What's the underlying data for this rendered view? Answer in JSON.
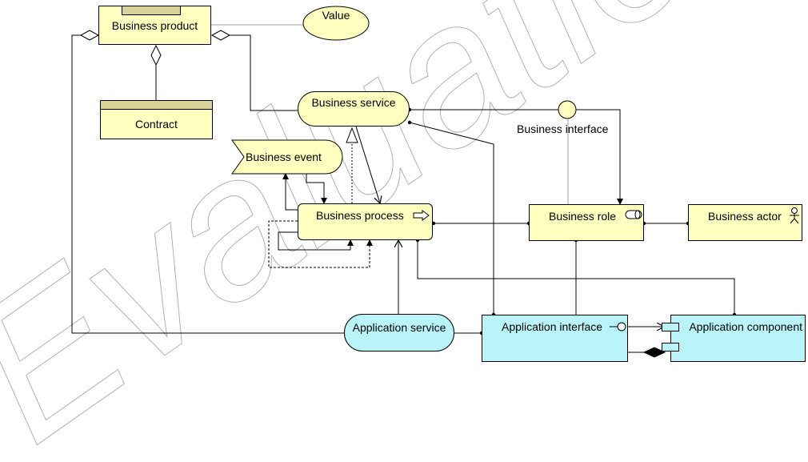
{
  "diagram": {
    "nodes": {
      "business_product": "Business product",
      "value": "Value",
      "contract": "Contract",
      "business_service": "Business service",
      "business_event": "Business event",
      "business_process": "Business process",
      "business_interface": "Business interface",
      "business_role": "Business role",
      "business_actor": "Business actor",
      "application_service": "Application service",
      "application_interface": "Application interface",
      "application_component": "Application component"
    },
    "watermark": "Evaluation Copy",
    "colors": {
      "business_fill": "#ffffc0",
      "application_fill": "#b8f4f8",
      "tab_fill": "#d9d39a",
      "line": "#000000",
      "watermark_stroke": "#b0b0b0"
    },
    "icons": {
      "process": "arrow-icon",
      "role": "cylinder-icon",
      "actor": "stick-figure-icon",
      "interface": "lollipop-icon",
      "component": "component-icon"
    }
  }
}
